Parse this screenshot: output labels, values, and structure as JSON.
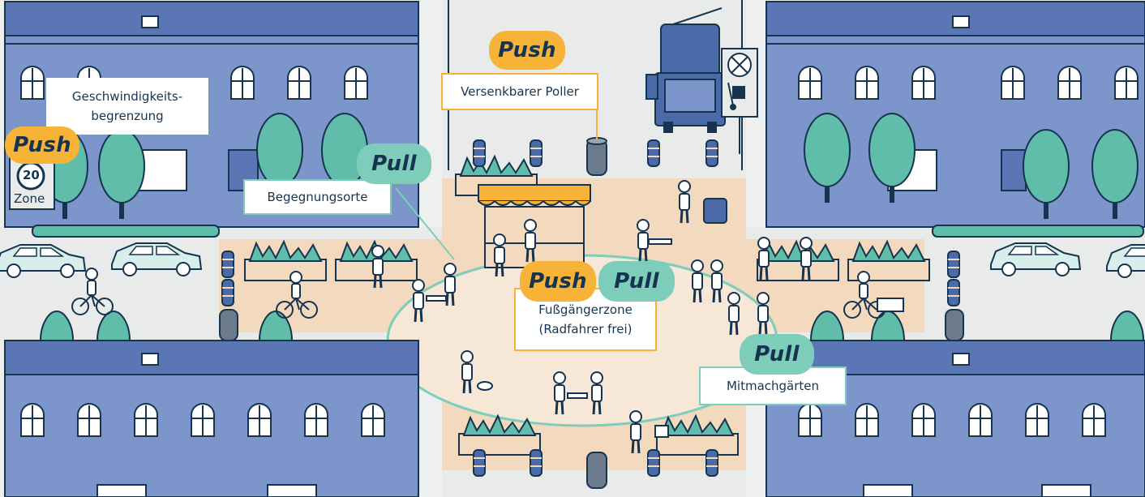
{
  "colors": {
    "push": "#f6b338",
    "pull": "#7ecdbb",
    "building": "#7c96cc",
    "building_dark": "#5b76b5",
    "plaza": "#f3d9bd",
    "road": "#e9ebea",
    "tree": "#5fbdaa",
    "outline": "#16344f"
  },
  "tags": {
    "push_speed": "Push",
    "pull_meeting": "Pull",
    "push_bollard": "Push",
    "push_zone": "Push",
    "pull_zone": "Pull",
    "pull_gardens": "Pull"
  },
  "labels": {
    "speed_limit": "Geschwindigkeits-\nbegrenzung",
    "meeting_places": "Begegnungsorte",
    "bollard": "Versenkbarer Poller",
    "pedestrian_zone": "Fußgängerzone\n(Radfahrer frei)",
    "community_gardens": "Mitmachgärten"
  },
  "speed_sign": {
    "number": "20",
    "zone": "Zone"
  },
  "icons": [
    "no-vehicles-sign-icon",
    "hand-truck-icon",
    "speed-limit-sign-icon"
  ]
}
